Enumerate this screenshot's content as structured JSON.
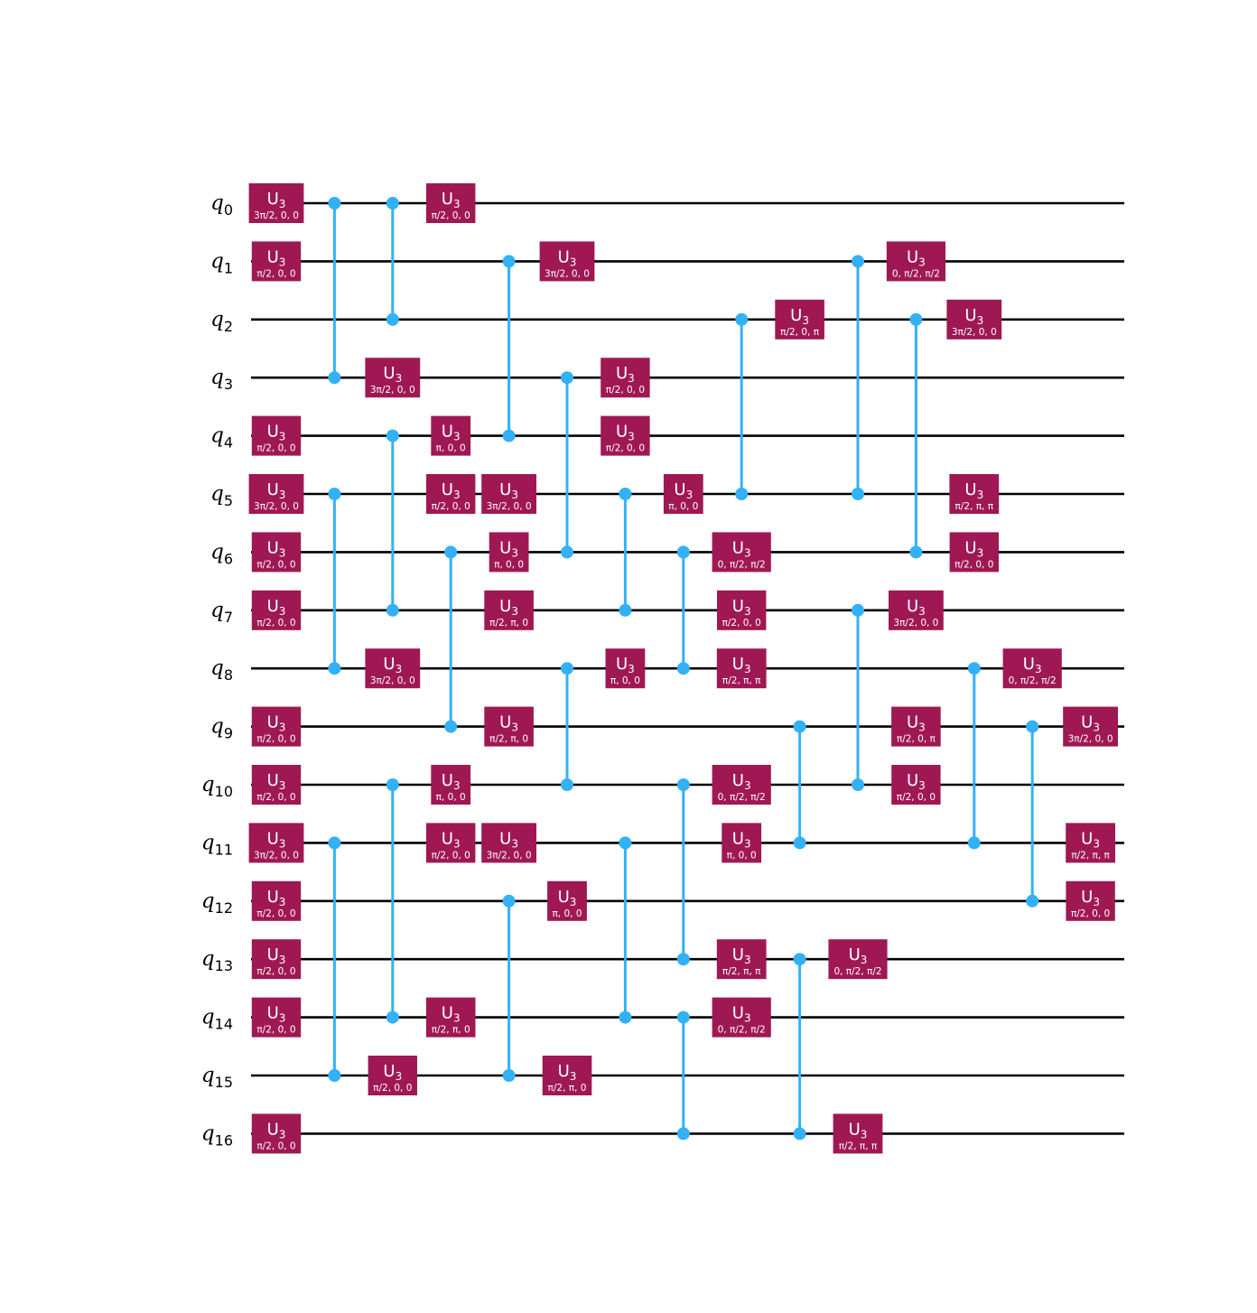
{
  "circuit": {
    "num_qubits": 17,
    "qubit_prefix": "q",
    "colors": {
      "wire": "#000000",
      "gate_fill": "#9f1853",
      "gate_text": "#ffffff",
      "cz_control": "#33b1f7",
      "background": "#ffffff"
    },
    "gate_name": "U",
    "gate_subscript": "3",
    "columns": [
      {
        "u3": [
          {
            "q": 0,
            "p": "3π/2, 0, 0"
          },
          {
            "q": 1,
            "p": "π/2, 0, 0"
          },
          {
            "q": 4,
            "p": "π/2, 0, 0"
          },
          {
            "q": 5,
            "p": "3π/2, 0, 0"
          },
          {
            "q": 6,
            "p": "π/2, 0, 0"
          },
          {
            "q": 7,
            "p": "π/2, 0, 0"
          },
          {
            "q": 9,
            "p": "π/2, 0, 0"
          },
          {
            "q": 10,
            "p": "π/2, 0, 0"
          },
          {
            "q": 11,
            "p": "3π/2, 0, 0"
          },
          {
            "q": 12,
            "p": "π/2, 0, 0"
          },
          {
            "q": 13,
            "p": "π/2, 0, 0"
          },
          {
            "q": 14,
            "p": "π/2, 0, 0"
          },
          {
            "q": 16,
            "p": "π/2, 0, 0"
          }
        ],
        "cz": []
      },
      {
        "u3": [],
        "cz": [
          [
            0,
            3
          ],
          [
            5,
            8
          ],
          [
            11,
            15
          ]
        ]
      },
      {
        "u3": [
          {
            "q": 3,
            "p": "3π/2, 0, 0"
          },
          {
            "q": 8,
            "p": "3π/2, 0, 0"
          },
          {
            "q": 15,
            "p": "π/2, 0, 0"
          }
        ],
        "cz": [
          [
            0,
            2
          ],
          [
            4,
            7
          ],
          [
            10,
            14
          ]
        ]
      },
      {
        "u3": [
          {
            "q": 0,
            "p": "π/2, 0, 0"
          },
          {
            "q": 4,
            "p": "π, 0, 0"
          },
          {
            "q": 5,
            "p": "π/2, 0, 0"
          },
          {
            "q": 10,
            "p": "π, 0, 0"
          },
          {
            "q": 11,
            "p": "π/2, 0, 0"
          },
          {
            "q": 14,
            "p": "π/2, π, 0"
          }
        ],
        "cz": [
          [
            6,
            9
          ]
        ]
      },
      {
        "u3": [
          {
            "q": 5,
            "p": "3π/2, 0, 0"
          },
          {
            "q": 6,
            "p": "π, 0, 0"
          },
          {
            "q": 7,
            "p": "π/2, π, 0"
          },
          {
            "q": 9,
            "p": "π/2, π, 0"
          },
          {
            "q": 11,
            "p": "3π/2, 0, 0"
          }
        ],
        "cz": [
          [
            1,
            4
          ],
          [
            12,
            15
          ]
        ]
      },
      {
        "u3": [
          {
            "q": 1,
            "p": "3π/2, 0, 0"
          },
          {
            "q": 12,
            "p": "π, 0, 0"
          },
          {
            "q": 15,
            "p": "π/2, π, 0"
          }
        ],
        "cz": [
          [
            3,
            6
          ],
          [
            8,
            10
          ]
        ]
      },
      {
        "u3": [
          {
            "q": 3,
            "p": "π/2, 0, 0"
          },
          {
            "q": 4,
            "p": "π/2, 0, 0"
          },
          {
            "q": 8,
            "p": "π, 0, 0"
          }
        ],
        "cz": [
          [
            5,
            7
          ],
          [
            11,
            14
          ]
        ]
      },
      {
        "u3": [
          {
            "q": 5,
            "p": "π, 0, 0"
          }
        ],
        "cz": [
          [
            6,
            8
          ],
          [
            10,
            13
          ],
          [
            14,
            16
          ]
        ]
      },
      {
        "u3": [
          {
            "q": 6,
            "p": "0, π/2, π/2"
          },
          {
            "q": 7,
            "p": "π/2, 0, 0"
          },
          {
            "q": 8,
            "p": "π/2, π, π"
          },
          {
            "q": 10,
            "p": "0, π/2, π/2"
          },
          {
            "q": 11,
            "p": "π, 0, 0"
          },
          {
            "q": 13,
            "p": "π/2, π, π"
          },
          {
            "q": 14,
            "p": "0, π/2, π/2"
          }
        ],
        "cz": [
          [
            2,
            5
          ]
        ]
      },
      {
        "u3": [
          {
            "q": 2,
            "p": "π/2, 0, π"
          }
        ],
        "cz": [
          [
            9,
            11
          ],
          [
            13,
            16
          ]
        ]
      },
      {
        "u3": [
          {
            "q": 13,
            "p": "0, π/2, π/2"
          },
          {
            "q": 16,
            "p": "π/2, π, π"
          }
        ],
        "cz": [
          [
            1,
            5
          ],
          [
            7,
            10
          ]
        ]
      },
      {
        "u3": [
          {
            "q": 1,
            "p": "0, π/2, π/2"
          },
          {
            "q": 7,
            "p": "3π/2, 0, 0"
          },
          {
            "q": 9,
            "p": "π/2, 0, π"
          },
          {
            "q": 10,
            "p": "π/2, 0, 0"
          }
        ],
        "cz": [
          [
            2,
            6
          ]
        ]
      },
      {
        "u3": [
          {
            "q": 2,
            "p": "3π/2, 0, 0"
          },
          {
            "q": 5,
            "p": "π/2, π, π"
          },
          {
            "q": 6,
            "p": "π/2, 0, 0"
          }
        ],
        "cz": [
          [
            8,
            11
          ]
        ]
      },
      {
        "u3": [
          {
            "q": 8,
            "p": "0, π/2, π/2"
          }
        ],
        "cz": [
          [
            9,
            12
          ]
        ]
      },
      {
        "u3": [
          {
            "q": 9,
            "p": "3π/2, 0, 0"
          },
          {
            "q": 11,
            "p": "π/2, π, π"
          },
          {
            "q": 12,
            "p": "π/2, 0, 0"
          }
        ],
        "cz": []
      }
    ]
  }
}
